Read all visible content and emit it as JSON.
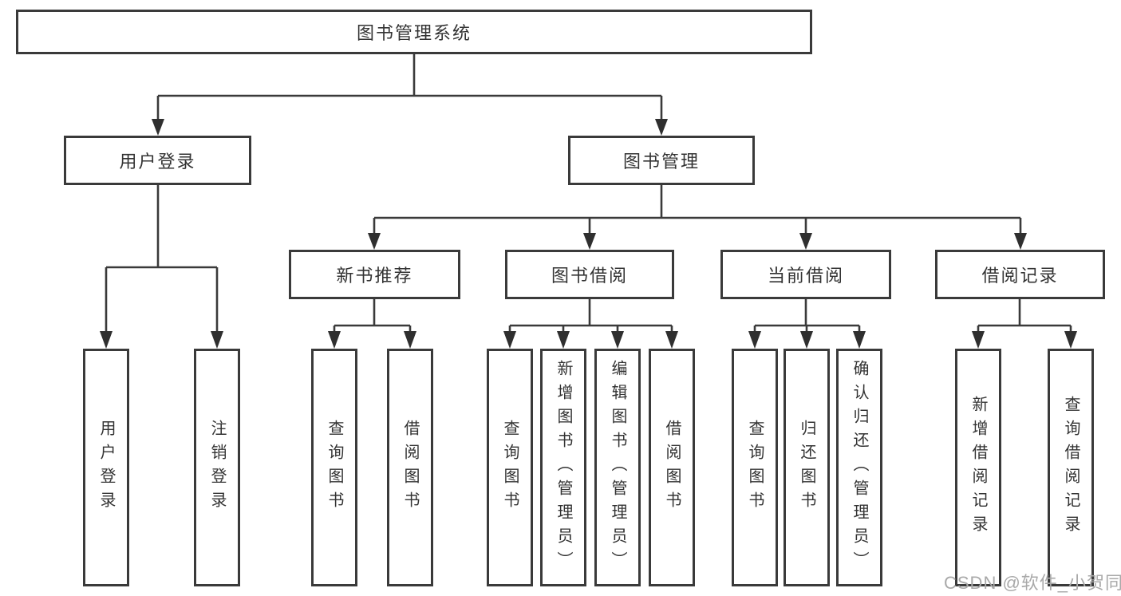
{
  "colors": {
    "border": "#3a3a3a",
    "line": "#3a3a3a",
    "arrow": "#2f2f2f",
    "text": "#333333",
    "watermark": "#a9a9a9",
    "background": "#ffffff"
  },
  "root_label": "图书管理系统",
  "user_login": {
    "label": "用户登录",
    "children": [
      "用户登录",
      "注销登录"
    ]
  },
  "book_management": {
    "label": "图书管理",
    "sections": [
      {
        "label": "新书推荐",
        "children": [
          "查询图书",
          "借阅图书"
        ]
      },
      {
        "label": "图书借阅",
        "children": [
          "查询图书",
          "新增图书（管理员）",
          "编辑图书（管理员）",
          "借阅图书"
        ]
      },
      {
        "label": "当前借阅",
        "children": [
          "查询图书",
          "归还图书",
          "确认归还（管理员）"
        ]
      },
      {
        "label": "借阅记录",
        "children": [
          "新增借阅记录",
          "查询借阅记录"
        ]
      }
    ]
  },
  "watermark": {
    "text": "CSDN @软件_小贺同学"
  }
}
